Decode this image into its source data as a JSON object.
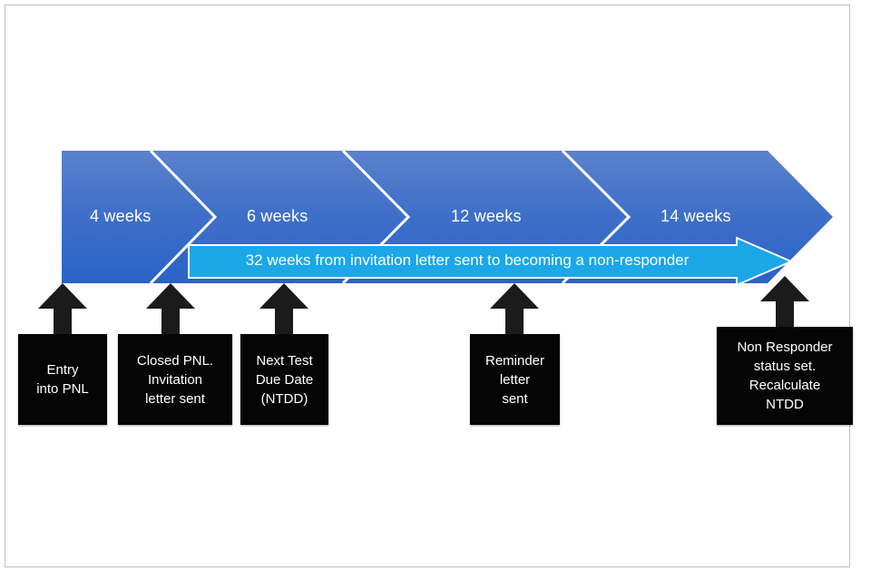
{
  "diagram": {
    "title": "PNL screening invitation timeline",
    "colors": {
      "chevron_top": "#5079c9",
      "chevron_bottom": "#2a62c7",
      "chevron_divider": "#ffffff",
      "cyan_arrow": "#1ba7e8",
      "callout_box": "#050505",
      "callout_text": "#ffffff",
      "frame_border": "#bfbfbf",
      "background": "#ffffff"
    },
    "chevron_segments": [
      {
        "label": "4 weeks"
      },
      {
        "label": "6 weeks"
      },
      {
        "label": "12 weeks"
      },
      {
        "label": "14 weeks"
      }
    ],
    "span_arrow": {
      "label": "32 weeks from invitation letter sent to becoming a non-responder"
    },
    "callouts": [
      {
        "lines": [
          "Entry",
          "into PNL"
        ]
      },
      {
        "lines": [
          "Closed  PNL.",
          "Invitation",
          "letter sent"
        ]
      },
      {
        "lines": [
          "Next Test",
          "Due Date",
          "(NTDD)"
        ]
      },
      {
        "lines": [
          "Reminder",
          "letter",
          "sent"
        ]
      },
      {
        "lines": [
          "Non Responder",
          "status set.",
          "Recalculate",
          "NTDD"
        ]
      }
    ]
  }
}
